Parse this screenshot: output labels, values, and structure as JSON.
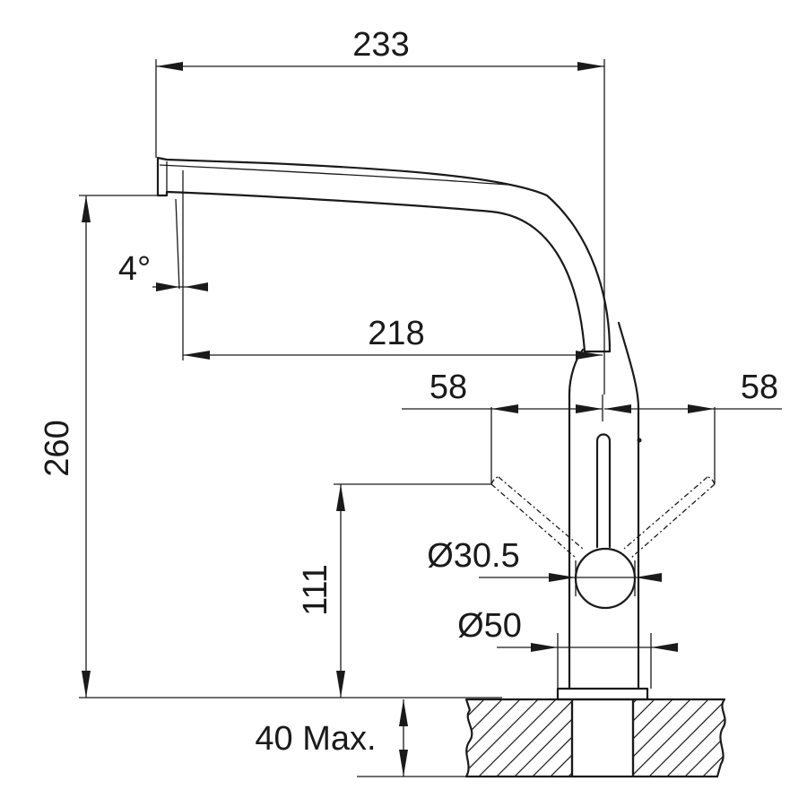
{
  "dimensions": {
    "spout_reach": "233",
    "outlet_reach": "218",
    "outlet_angle": "4°",
    "total_height": "260",
    "handle_height": "111",
    "lever_left": "58",
    "lever_right": "58",
    "handle_diameter": "Ø30.5",
    "body_diameter": "Ø50",
    "counter_thickness": "40 Max."
  }
}
